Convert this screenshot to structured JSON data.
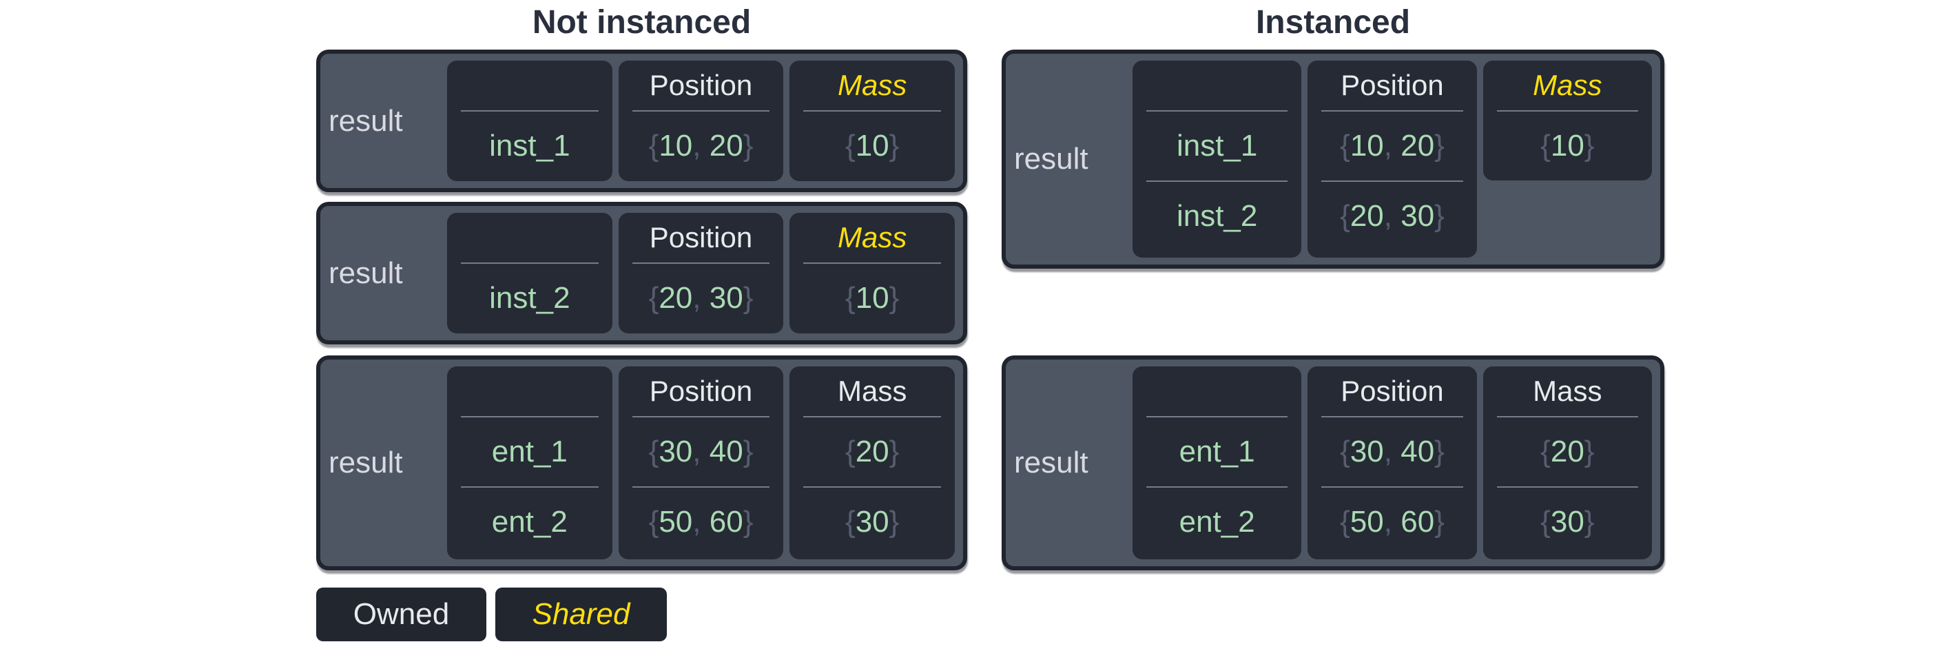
{
  "titles": {
    "left": "Not instanced",
    "right": "Instanced"
  },
  "legend": {
    "owned": "Owned",
    "shared": "Shared"
  },
  "colors": {
    "background": "#ffffff",
    "title_text": "#2a2f3d",
    "box_fill": "#4e5563",
    "box_border": "#20242e",
    "cell_fill": "#252a34",
    "divider": "#757b8a",
    "header_owned": "#e8eaee",
    "header_shared": "#ffdf0e",
    "value_green": "#abdab4",
    "punctuation": "#575d6f",
    "result_label": "#d8dbe1",
    "legend_fill": "#22262f"
  },
  "boxes": {
    "left1": {
      "label": "result",
      "names": [
        "inst_1"
      ],
      "position_header": "Position",
      "position_values": [
        [
          "10",
          "20"
        ]
      ],
      "mass_header": "Mass",
      "mass_shared": true,
      "mass_values": [
        [
          "10"
        ]
      ]
    },
    "left2": {
      "label": "result",
      "names": [
        "inst_2"
      ],
      "position_header": "Position",
      "position_values": [
        [
          "20",
          "30"
        ]
      ],
      "mass_header": "Mass",
      "mass_shared": true,
      "mass_values": [
        [
          "10"
        ]
      ]
    },
    "left3": {
      "label": "result",
      "names": [
        "ent_1",
        "ent_2"
      ],
      "position_header": "Position",
      "position_values": [
        [
          "30",
          "40"
        ],
        [
          "50",
          "60"
        ]
      ],
      "mass_header": "Mass",
      "mass_shared": false,
      "mass_values": [
        [
          "20"
        ],
        [
          "30"
        ]
      ]
    },
    "right1": {
      "label": "result",
      "names": [
        "inst_1",
        "inst_2"
      ],
      "position_header": "Position",
      "position_values": [
        [
          "10",
          "20"
        ],
        [
          "20",
          "30"
        ]
      ],
      "mass_header": "Mass",
      "mass_shared": true,
      "mass_values": [
        [
          "10"
        ]
      ]
    },
    "right2": {
      "label": "result",
      "names": [
        "ent_1",
        "ent_2"
      ],
      "position_header": "Position",
      "position_values": [
        [
          "30",
          "40"
        ],
        [
          "50",
          "60"
        ]
      ],
      "mass_header": "Mass",
      "mass_shared": false,
      "mass_values": [
        [
          "20"
        ],
        [
          "30"
        ]
      ]
    }
  }
}
